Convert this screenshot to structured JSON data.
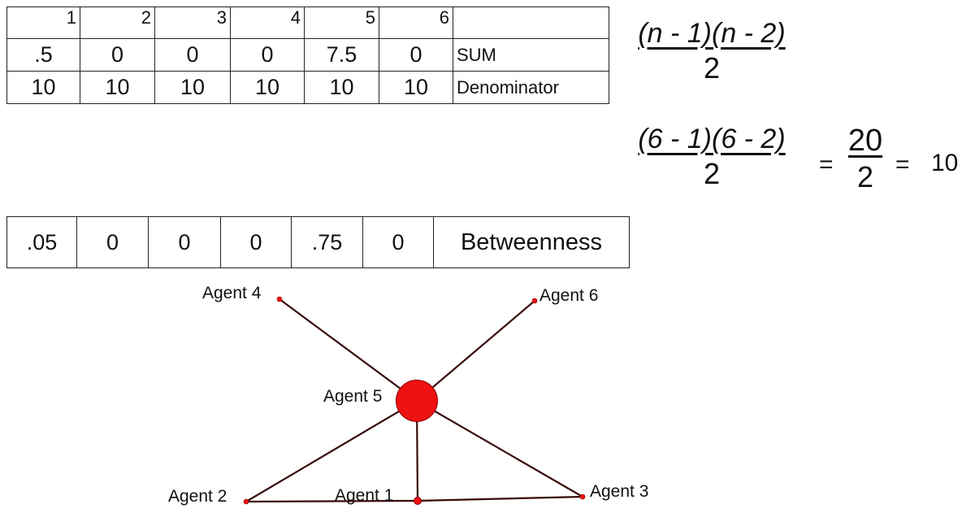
{
  "sum_table": {
    "headers": [
      "1",
      "2",
      "3",
      "4",
      "5",
      "6",
      ""
    ],
    "sum_row": [
      ".5",
      "0",
      "0",
      "0",
      "7.5",
      "0",
      "SUM"
    ],
    "denominator_row": [
      "10",
      "10",
      "10",
      "10",
      "10",
      "10",
      "Denominator"
    ]
  },
  "formula": {
    "general_numerator": "(n - 1)(n - 2)",
    "general_denominator": "2",
    "applied_numerator": "(6 - 1)(6 - 2)",
    "applied_denominator": "2",
    "eq1": "=",
    "mid_numerator": "20",
    "mid_denominator": "2",
    "eq2": "=",
    "result": "10"
  },
  "betweenness_table": {
    "values": [
      ".05",
      "0",
      "0",
      "0",
      ".75",
      "0"
    ],
    "label": "Betweenness"
  },
  "network": {
    "node_color": "#ee1111",
    "edge_color": "#3a0a0a",
    "nodes": [
      {
        "id": "a4",
        "label": "Agent 4",
        "weight": 0
      },
      {
        "id": "a6",
        "label": "Agent 6",
        "weight": 0
      },
      {
        "id": "a5",
        "label": "Agent 5",
        "weight": 0.75
      },
      {
        "id": "a2",
        "label": "Agent 2",
        "weight": 0
      },
      {
        "id": "a1",
        "label": "Agent 1",
        "weight": 0.05
      },
      {
        "id": "a3",
        "label": "Agent 3",
        "weight": 0
      }
    ],
    "edges": [
      [
        "a5",
        "a4"
      ],
      [
        "a5",
        "a6"
      ],
      [
        "a5",
        "a2"
      ],
      [
        "a5",
        "a1"
      ],
      [
        "a5",
        "a3"
      ],
      [
        "a2",
        "a1"
      ],
      [
        "a1",
        "a3"
      ]
    ]
  }
}
